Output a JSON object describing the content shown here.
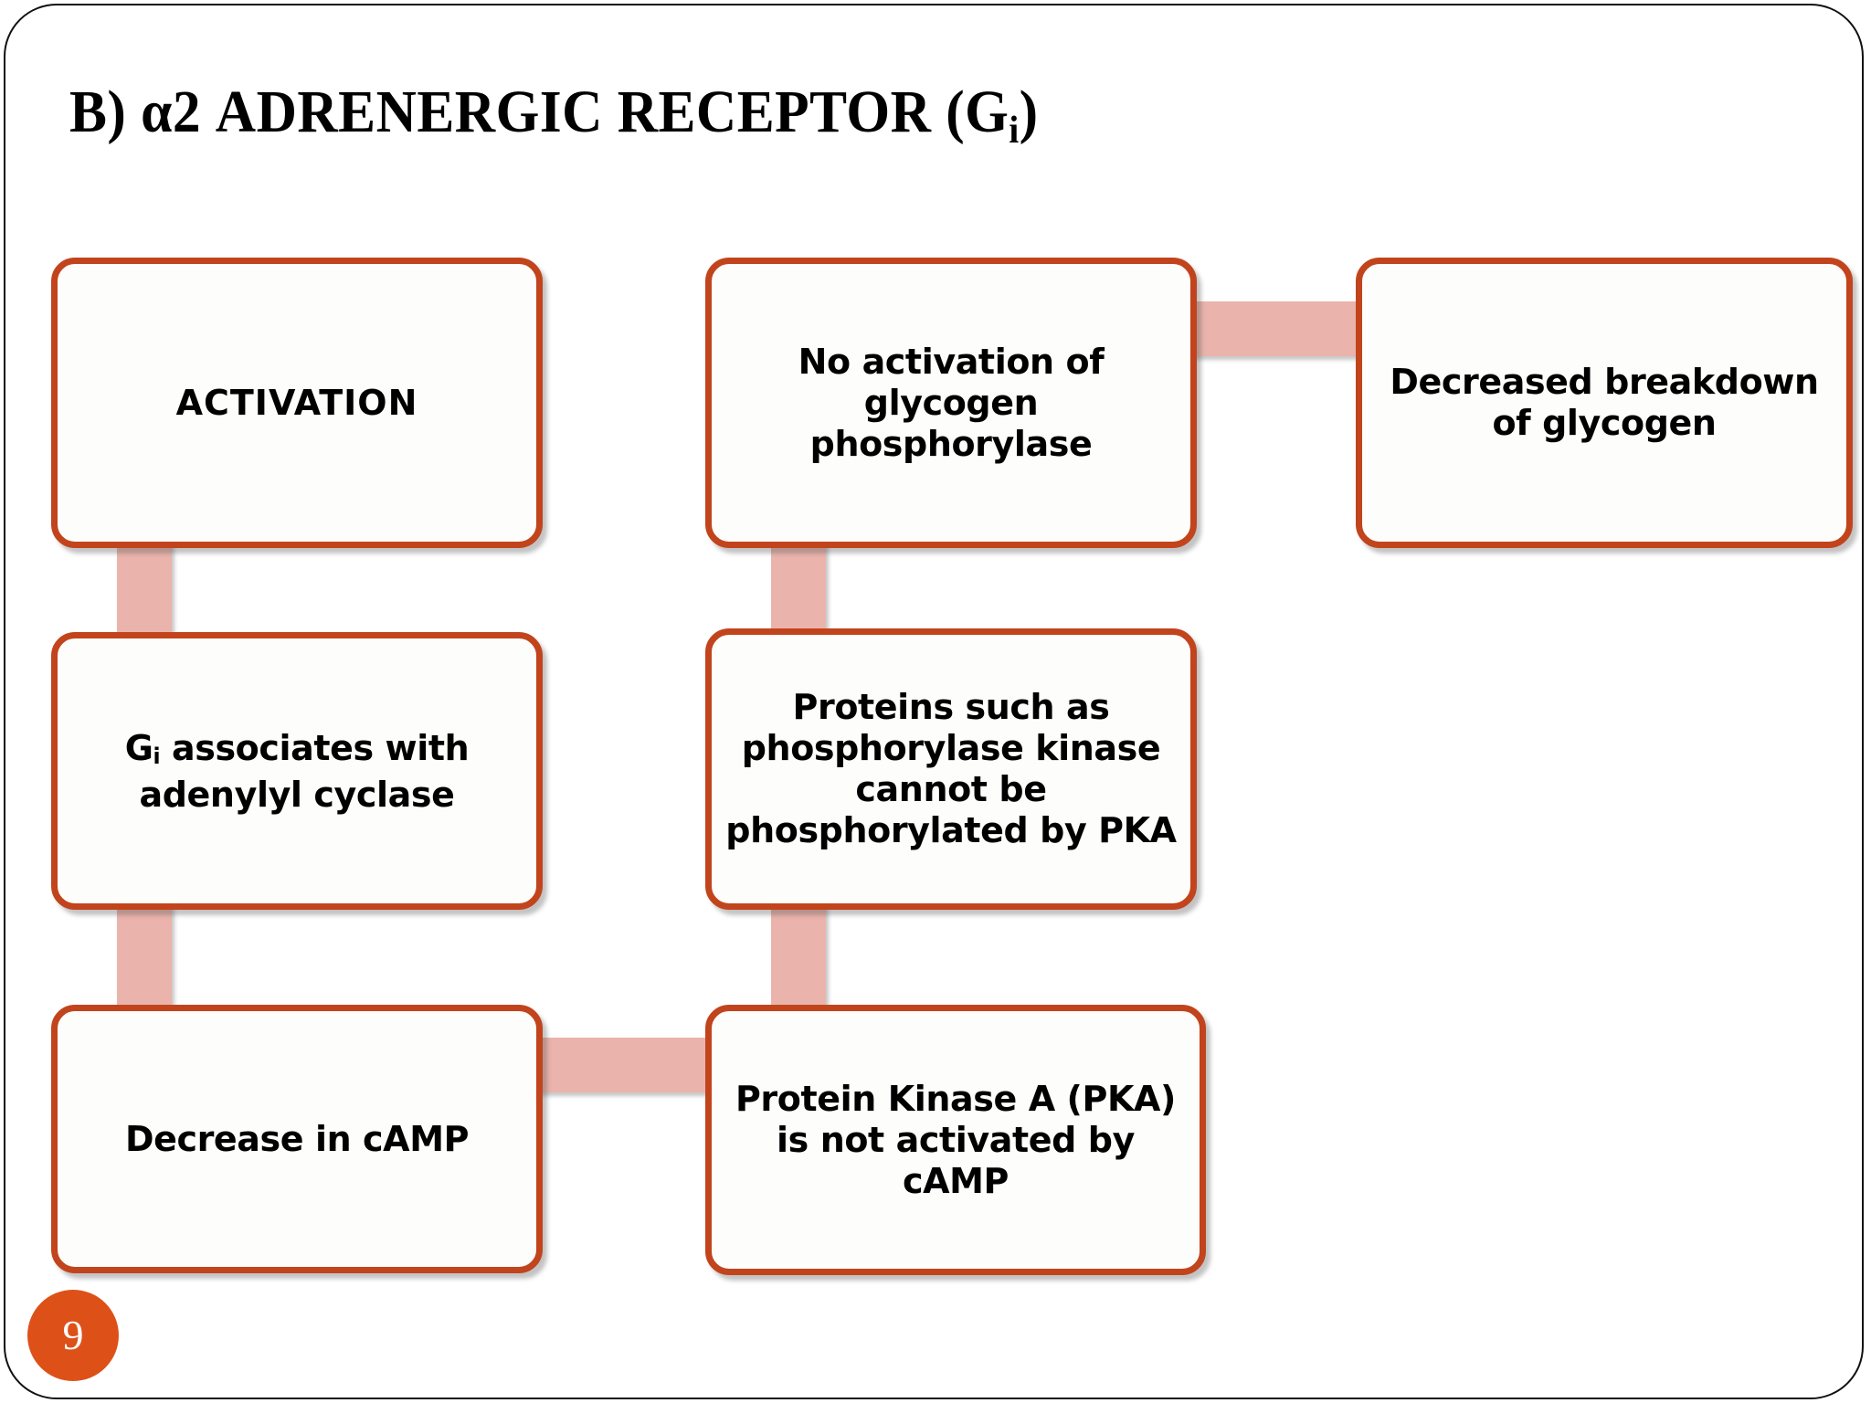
{
  "slide": {
    "title_prefix": "B) α2 ADRENERGIC RECEPTOR (G",
    "title_subscript": "i",
    "title_suffix": ")",
    "title_full": "B) α2 ADRENERGIC RECEPTOR (Gi)",
    "page_number": "9",
    "accent_color": "#C2441C",
    "connector_color": "#EAB4AC",
    "badge_color": "#DD5119",
    "box_fill_color": "#FDFDFB",
    "frame_color": "#111111",
    "text_color": "#000000"
  },
  "diagram": {
    "type": "flowchart",
    "columns": 3,
    "boxes": [
      {
        "id": "activation",
        "name": "box-activation",
        "text": "ACTIVATION",
        "column": 1,
        "row": 1
      },
      {
        "id": "gi_adenylyl",
        "name": "box-gi-adenylyl-cyclase",
        "text_prefix": "G",
        "text_subscript": "i",
        "text_suffix": " associates with adenylyl cyclase",
        "text": "Gi associates with adenylyl cyclase",
        "column": 1,
        "row": 2
      },
      {
        "id": "decrease_camp",
        "name": "box-decrease-in-camp",
        "text": "Decrease in cAMP",
        "column": 1,
        "row": 3
      },
      {
        "id": "no_activation",
        "name": "box-no-activation-glycogen-phosphorylase",
        "text": "No activation of glycogen phosphorylase",
        "column": 2,
        "row": 1
      },
      {
        "id": "proteins_kinase",
        "name": "box-proteins-phosphorylase-kinase",
        "text": "Proteins such as phosphorylase kinase cannot be phosphorylated by PKA",
        "column": 2,
        "row": 2
      },
      {
        "id": "pka_not_activated",
        "name": "box-pka-not-activated",
        "text": "Protein Kinase A (PKA) is not activated by cAMP",
        "column": 2,
        "row": 3
      },
      {
        "id": "decreased_breakdown",
        "name": "box-decreased-breakdown-glycogen",
        "text": "Decreased breakdown of glycogen",
        "column": 3,
        "row": 1
      }
    ],
    "connectors": [
      {
        "id": "activation_to_gi",
        "from": "activation",
        "to": "gi_adenylyl",
        "orientation": "vertical"
      },
      {
        "id": "gi_to_camp",
        "from": "gi_adenylyl",
        "to": "decrease_camp",
        "orientation": "vertical"
      },
      {
        "id": "camp_to_pka",
        "from": "decrease_camp",
        "to": "pka_not_activated",
        "orientation": "horizontal"
      },
      {
        "id": "pka_to_proteins",
        "from": "pka_not_activated",
        "to": "proteins_kinase",
        "orientation": "vertical"
      },
      {
        "id": "proteins_to_no_activation",
        "from": "proteins_kinase",
        "to": "no_activation",
        "orientation": "vertical"
      },
      {
        "id": "no_activation_to_decreased",
        "from": "no_activation",
        "to": "decreased_breakdown",
        "orientation": "horizontal"
      }
    ]
  }
}
